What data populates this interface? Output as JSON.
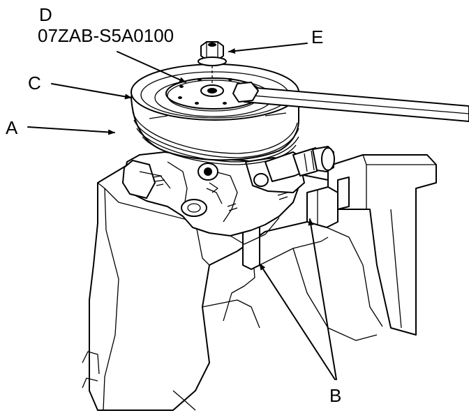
{
  "labels": {
    "d": "D",
    "part_number": "07ZAB-S5A0100",
    "e": "E",
    "c": "C",
    "a": "A",
    "b": "B"
  },
  "colors": {
    "ink": "#000000",
    "paper": "#ffffff"
  }
}
